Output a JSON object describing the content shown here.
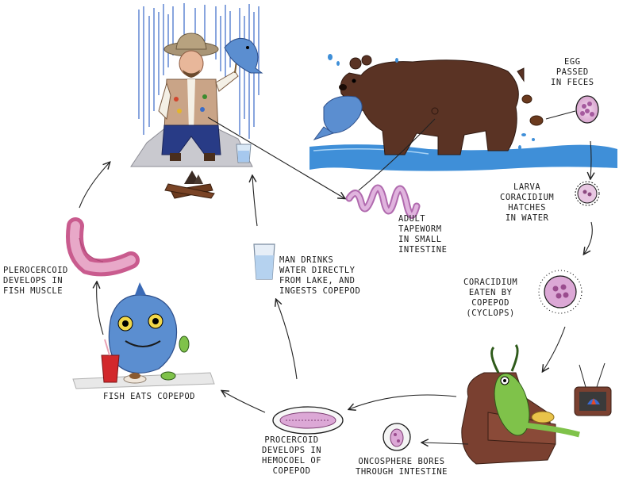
{
  "labels": {
    "egg": [
      "EGG",
      "PASSED",
      "IN FECES"
    ],
    "larva": [
      "LARVA",
      "CORACIDIUM",
      "HATCHES",
      "IN WATER"
    ],
    "coracidium_eaten": [
      "CORACIDIUM",
      "EATEN BY",
      "COPEPOD",
      "(CYCLOPS)"
    ],
    "oncosphere": [
      "ONCOSPHERE BORES",
      "THROUGH INTESTINE"
    ],
    "procercoid": [
      "PROCERCOID",
      "DEVELOPS IN",
      "HEMOCOEL OF",
      "COPEPOD"
    ],
    "fish_eats": [
      "FISH EATS COPEPOD"
    ],
    "plerocercoid": [
      "PLEROCERCOID",
      "DEVELOPS IN",
      "FISH MUSCLE"
    ],
    "man_drinks": [
      "MAN DRINKS",
      "WATER DIRECTLY",
      "FROM LAKE, AND",
      "INGESTS COPEPOD"
    ],
    "adult": [
      "ADULT",
      "TAPEWORM",
      "IN SMALL",
      "INTESTINE"
    ]
  },
  "colors": {
    "bear": "#5a3324",
    "water": "#3f8fd8",
    "fish": "#5b8ed0",
    "worm": "#d49ad2",
    "copepod": "#7fc24a",
    "armchair": "#7a4030",
    "rock": "#c9c9cf",
    "vest": "#c9a487",
    "pants": "#283b86"
  }
}
